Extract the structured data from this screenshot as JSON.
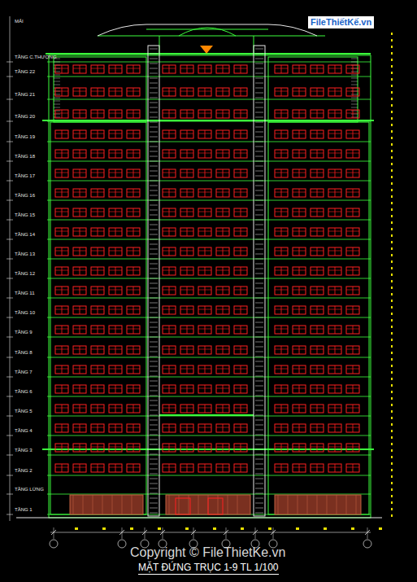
{
  "diagram": {
    "caption": "MẶT ĐỨNG TRỤC 1-9 TL 1/100",
    "labels": [
      "MÁI",
      "TẦNG C.THƯỢNG",
      "TẦNG 22",
      "TẦNG 21",
      "TẦNG 20",
      "TẦNG 19",
      "TẦNG 18",
      "TẦNG 17",
      "TẦNG 16",
      "TẦNG 15",
      "TẦNG 14",
      "TẦNG 13",
      "TẦNG 12",
      "TẦNG 11",
      "TẦNG 10",
      "TẦNG 9",
      "TẦNG 8",
      "TẦNG 7",
      "TẦNG 6",
      "TẦNG 5",
      "TẦNG 4",
      "TẦNG 3",
      "TẦNG 2",
      "TẦNG LỬNG",
      "TẦNG 1",
      "FileThiếtKế.vn",
      "Copyright © FileThietKe.vn"
    ]
  }
}
